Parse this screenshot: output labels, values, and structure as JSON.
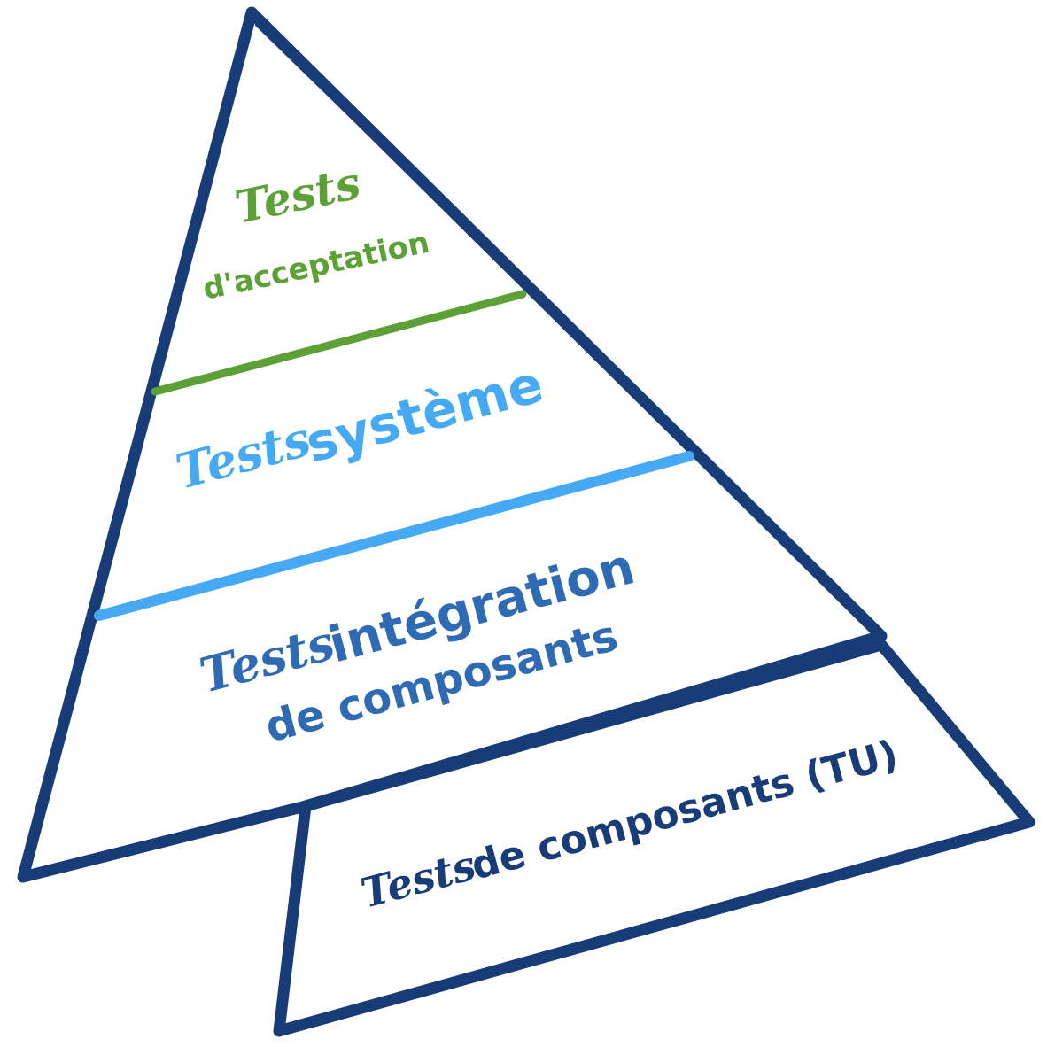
{
  "diagram": {
    "levels": [
      {
        "id": "acceptance",
        "script_label": "Tests",
        "text_line1": "",
        "text_line2": "d'acceptation",
        "color": "#5ba136"
      },
      {
        "id": "system",
        "script_label": "Tests",
        "text_line1": "système",
        "color": "#45a9f4"
      },
      {
        "id": "integration",
        "script_label": "Tests",
        "text_line1": "intégration",
        "text_line2": "de composants",
        "color": "#2f6bb5"
      },
      {
        "id": "unit",
        "script_label": "Tests",
        "text_line1": "de composants (TU)",
        "color": "#173c78"
      }
    ],
    "outline_color": "#173c78"
  }
}
